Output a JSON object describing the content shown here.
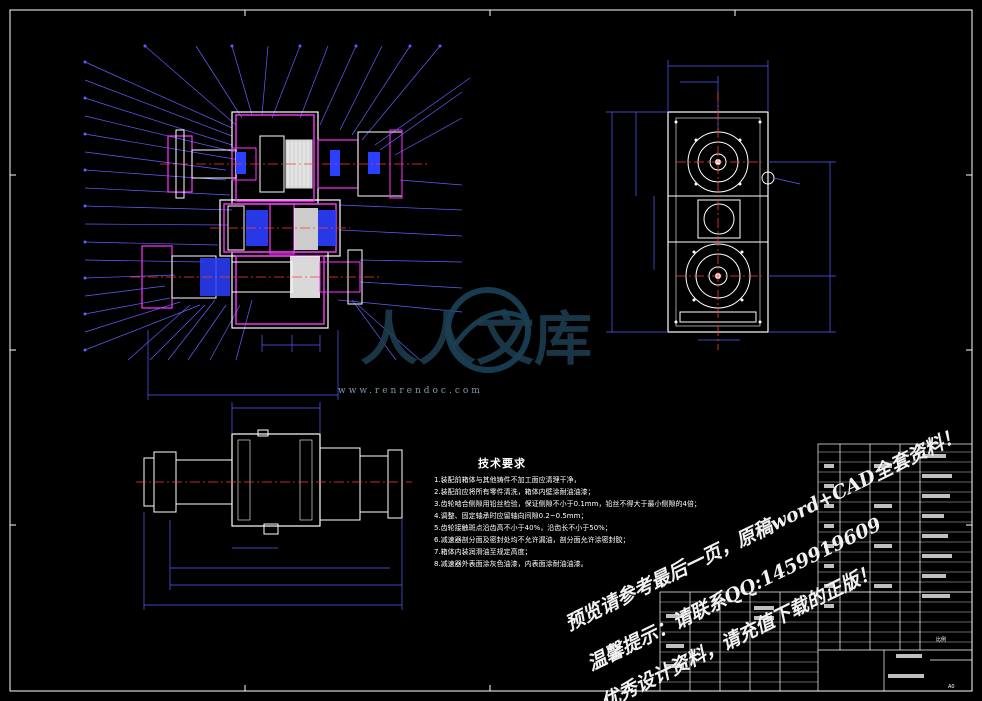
{
  "watermark": {
    "brand": "人人文库",
    "url": "www.renrendoc.com"
  },
  "tech_requirements": {
    "title": "技术要求",
    "items": [
      "1.装配前箱体与其他铸件不加工面应清理干净，",
      "2.装配前应将所有零件清洗，箱体内壁涂耐油油漆；",
      "3.齿轮啮合侧隙用铅丝检验，保证侧隙不小于0.1mm，铅丝不得大于最小侧隙的4倍；",
      "4.调整、固定轴承时应留轴向间隙0.2~0.5mm；",
      "5.齿轮接触斑点沿齿高不小于40%，沿齿长不小于50%；",
      "6.减速器剖分面及密封处均不允许漏油，剖分面允许涂密封胶；",
      "7.箱体内装润滑油至规定高度；",
      "8.减速器外表面涂灰色油漆，内表面涂耐油油漆。"
    ]
  },
  "promo": {
    "line1": "预览请参考最后一页，原稿word+CAD全套资料！",
    "line2": "温馨提示：请联系QQ:1459919609",
    "line3": "优秀设计资料，请充值下载的正版！"
  },
  "title_block": {
    "scale_label": "比例",
    "sheet_label": "A0"
  },
  "colors": {
    "background": "#000000",
    "frame": "#ffffff",
    "geometry": "#ffffff",
    "part": "#ff33ff",
    "leader": "#5f5fff",
    "center": "#ff3b3b",
    "bearing": "#2b3fff",
    "dimension": "#5a5aff"
  }
}
